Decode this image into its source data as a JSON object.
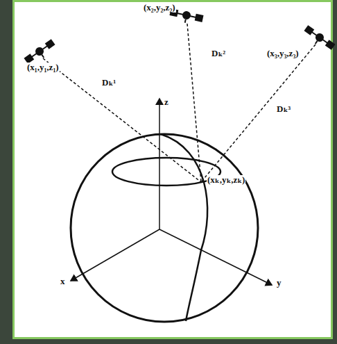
{
  "diagram": {
    "labels": [
      "(x₁,y₁,z₁)",
      "(x₂,y₂,z₂)",
      "(x₃,y₃,z₃)",
      "Dₖ¹",
      "Dₖ²",
      "Dₖ³",
      "(xₖ,yₖ,zₖ)",
      "z",
      "x",
      "y"
    ]
  }
}
